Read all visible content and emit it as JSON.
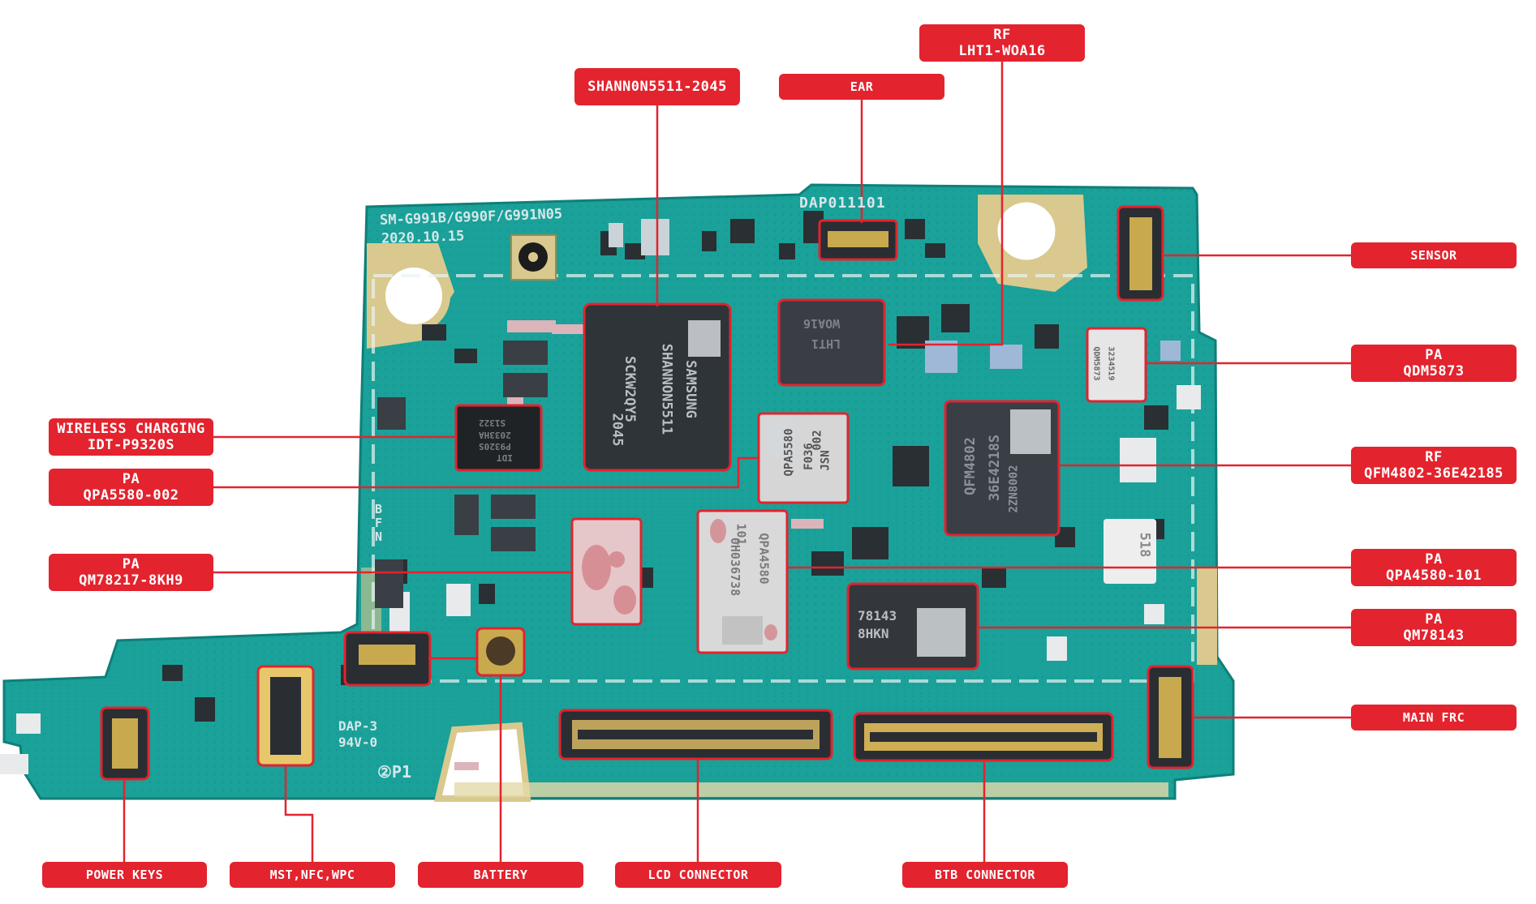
{
  "labels": {
    "shannon": "SHANN0N5511-2045",
    "ear": "EAR",
    "rf_top_l1": "RF",
    "rf_top_l2": "LHT1-WOA16",
    "sensor": "SENSOR",
    "pa_qdm_l1": "PA",
    "pa_qdm_l2": "QDM5873",
    "rf_qfm_l1": "RF",
    "rf_qfm_l2": "QFM4802-36E42185",
    "pa_qpa4580_l1": "PA",
    "pa_qpa4580_l2": "QPA4580-101",
    "pa_qm78143_l1": "PA",
    "pa_qm78143_l2": "QM78143",
    "main_frc": "MAIN FRC",
    "wireless_l1": "WIRELESS CHARGING",
    "wireless_l2": "IDT-P9320S",
    "pa_qpa5580_l1": "PA",
    "pa_qpa5580_l2": "QPA5580-002",
    "pa_qm78217_l1": "PA",
    "pa_qm78217_l2": "QM78217-8KH9",
    "power_keys": "POWER KEYS",
    "mst": "MST,NFC,WPC",
    "battery": "BATTERY",
    "lcd": "LCD CONNECTOR",
    "btb": "BTB CONNECTOR"
  },
  "silkscreen": {
    "model": "SM-G991B/G990F/G991N05",
    "date": "2020.10.15",
    "dap_code": "DAP011101",
    "dap3": "DAP-3",
    "v0": "94V-0",
    "p1": "②P1",
    "bfn": "B F N"
  },
  "chips": {
    "shannon": [
      "SAMSUNG",
      "SHANNON5511",
      "SCKW2QY5",
      "2045"
    ],
    "lht": [
      "LHT1",
      "WOA16"
    ],
    "qpa5580": [
      "QPA5580",
      "002",
      "F036",
      "JSN"
    ],
    "qfm": [
      "QFM4802",
      "36E4218S",
      "2ZN8002"
    ],
    "qpa4580": [
      "QPA4580",
      "101",
      "0H036738"
    ],
    "qm78143": [
      "78143",
      "8HKN"
    ],
    "idt": [
      "IDT",
      "P9320S",
      "2033HA",
      "S1322"
    ],
    "qdm": [
      "QDM5873",
      "3234519"
    ],
    "c518": "518"
  },
  "colors": {
    "label_red": "#e3232e",
    "pcb_green": "#1a9e97",
    "gold": "#d9c98e"
  }
}
